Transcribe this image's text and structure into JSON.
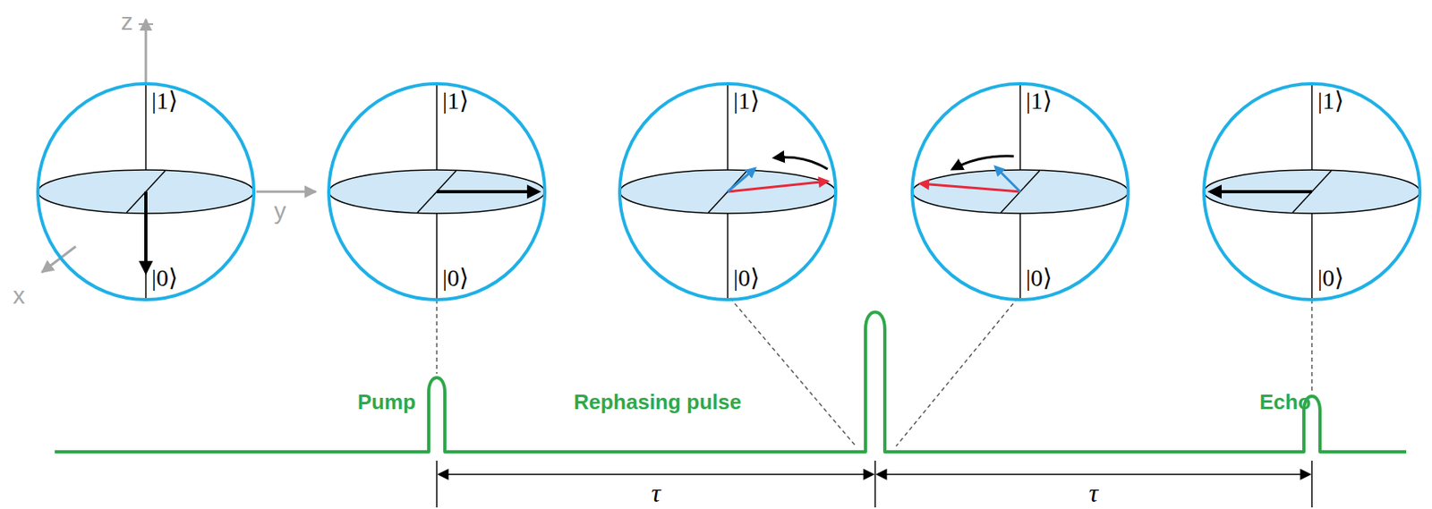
{
  "diagram": {
    "nodes": [
      {
        "text": [
          "|1⟩",
          "|0⟩"
        ]
      },
      {
        "text": [
          "|1⟩",
          "|0⟩"
        ]
      },
      {
        "text": [
          "|1⟩",
          "|0⟩"
        ]
      },
      {
        "text": [
          "|1⟩",
          "|0⟩"
        ]
      },
      {
        "text": [
          "|1⟩",
          "|0⟩"
        ]
      }
    ],
    "labels": [
      "z",
      "y",
      "x",
      "Pump",
      "Rephasing pulse",
      "Echo",
      "τ",
      "τ"
    ]
  }
}
